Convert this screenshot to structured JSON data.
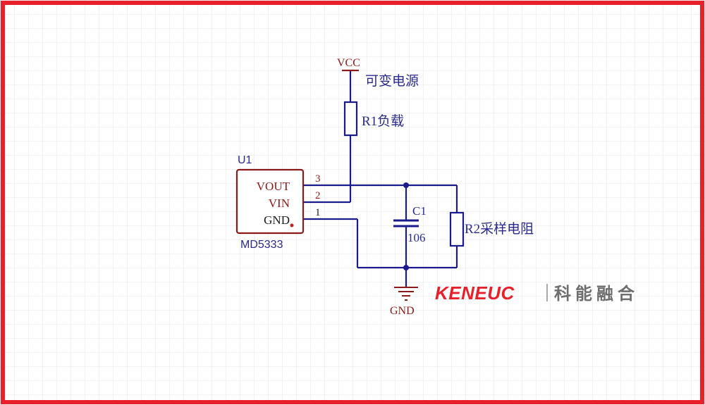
{
  "colors": {
    "border": "#e8202a",
    "grid": "#e6e6e6",
    "wire": "#1a1a8c",
    "component": "#8a1a1a",
    "label": "#2a2a8c",
    "brand_red": "#e8202a",
    "brand_gray": "#6e6e6e"
  },
  "power": {
    "vcc_label": "VCC",
    "vcc_note": "可变电源"
  },
  "ground": {
    "label": "GND"
  },
  "r1": {
    "label": "R1负载"
  },
  "r2": {
    "label": "R2采样电阻"
  },
  "c1": {
    "ref": "C1",
    "value": "106"
  },
  "u1": {
    "ref": "U1",
    "part": "MD5333",
    "pins": [
      {
        "name": "VOUT",
        "number": "3"
      },
      {
        "name": "VIN",
        "number": "2"
      },
      {
        "name": "GND",
        "number": "1"
      }
    ]
  },
  "brand": {
    "logo_text": "KENEUC",
    "name_cn": "科能融合"
  }
}
